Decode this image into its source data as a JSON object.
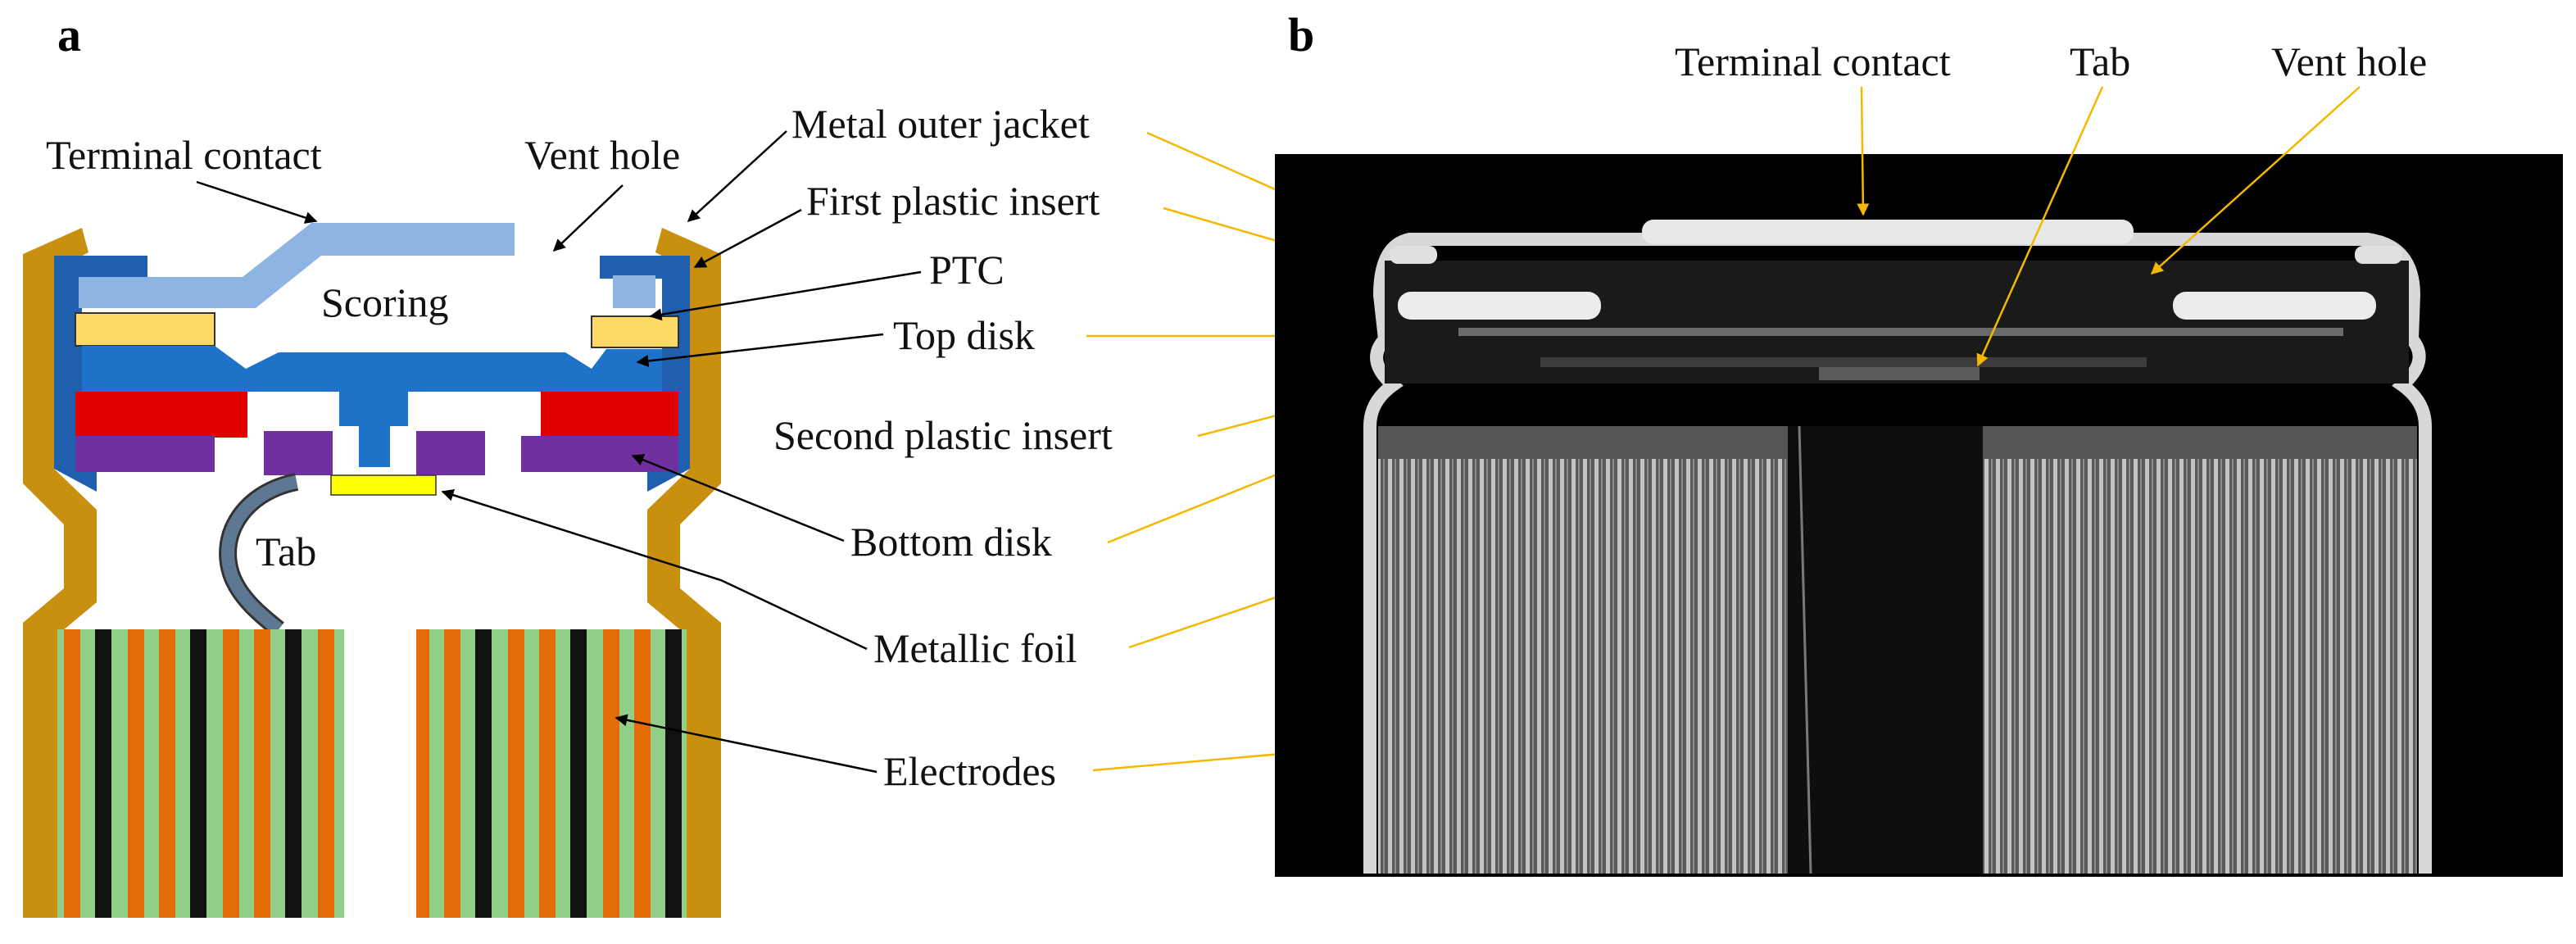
{
  "panels": {
    "a": {
      "letter": "a"
    },
    "b": {
      "letter": "b"
    }
  },
  "labels_a": {
    "terminal_contact": "Terminal contact",
    "vent_hole": "Vent hole",
    "scoring": "Scoring",
    "tab": "Tab"
  },
  "labels_center": {
    "metal_outer_jacket": "Metal outer jacket",
    "first_plastic_insert": "First plastic insert",
    "ptc": "PTC",
    "top_disk": "Top disk",
    "second_plastic_insert": "Second plastic insert",
    "bottom_disk": "Bottom disk",
    "metallic_foil": "Metallic foil",
    "electrodes": "Electrodes"
  },
  "labels_b": {
    "terminal_contact": "Terminal contact",
    "tab": "Tab",
    "vent_hole": "Vent hole"
  },
  "colors": {
    "outer_jacket": "#C8900E",
    "plastic_insert": "#1F5FAD",
    "top_disk": "#1E73C8",
    "terminal_contact": "#8EB4E3",
    "ptc": "#FFD966",
    "second_insert": "#E00000",
    "bottom_disk": "#7030A0",
    "metallic_foil": "#FFFF00",
    "tab": "#5E7894",
    "electrode_black": "#111111",
    "electrode_orange": "#E36C09",
    "electrode_green": "#92D08A",
    "leader_black": "#000000",
    "leader_orange": "#F5B800",
    "xray_background": "#000000"
  }
}
